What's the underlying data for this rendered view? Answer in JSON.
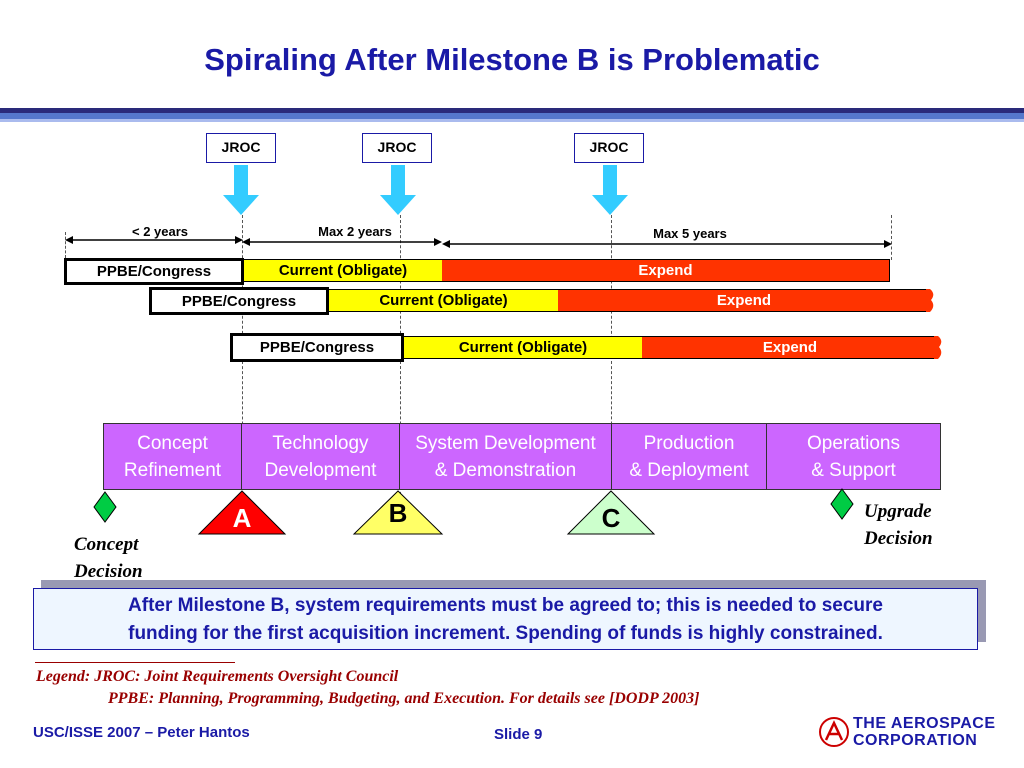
{
  "title": "Spiraling After Milestone B is Problematic",
  "jroc": [
    "JROC",
    "JROC",
    "JROC"
  ],
  "spans": {
    "first": "< 2 years",
    "second": "Max 2 years",
    "third": "Max 5 years"
  },
  "rows": [
    {
      "ppbe": "PPBE/Congress",
      "current": "Current (Obligate)",
      "expend": "Expend"
    },
    {
      "ppbe": "PPBE/Congress",
      "current": "Current (Obligate)",
      "expend": "Expend"
    },
    {
      "ppbe": "PPBE/Congress",
      "current": "Current (Obligate)",
      "expend": "Expend"
    }
  ],
  "phases": [
    {
      "line1": "Concept",
      "line2": "Refinement"
    },
    {
      "line1": "Technology",
      "line2": "Development"
    },
    {
      "line1": "System Development",
      "line2": "& Demonstration"
    },
    {
      "line1": "Production",
      "line2": "& Deployment"
    },
    {
      "line1": "Operations",
      "line2": "& Support"
    }
  ],
  "milestones": {
    "a": "A",
    "b": "B",
    "c": "C"
  },
  "colors": {
    "a": "#ff0000",
    "b": "#ffff66",
    "c": "#ccffcc",
    "diamond": "#00cc44",
    "phase": "#cc66ff"
  },
  "decisions": {
    "concept_line1": "Concept",
    "concept_line2": "Decision",
    "upgrade_line1": "Upgrade",
    "upgrade_line2": "Decision"
  },
  "callout": {
    "line1": "After Milestone B, system requirements must be agreed to; this is needed to secure",
    "line2": "funding for the first acquisition increment. Spending of funds is highly constrained."
  },
  "legend": {
    "line1": "Legend: JROC: Joint Requirements Oversight Council",
    "line2": "PPBE: Planning, Programming, Budgeting, and Execution. For details see [DODP 2003]"
  },
  "footer": {
    "left": "USC/ISSE 2007 – Peter Hantos",
    "slide": "Slide 9",
    "org_line1": "THE AEROSPACE",
    "org_line2": "CORPORATION"
  }
}
